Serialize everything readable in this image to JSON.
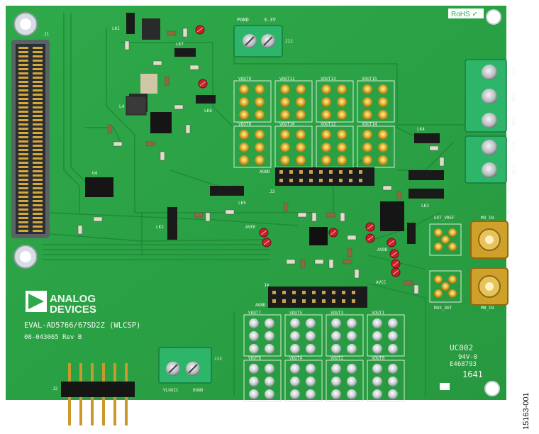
{
  "board": {
    "title": "EVAL-AD5766/67SD2Z (WLCSP)",
    "part_number": "08-043065 Rev B",
    "brand_line1": "ANALOG",
    "brand_line2": "DEVICES",
    "rohs": "RoHS ✓",
    "ul_mark": "UC002",
    "ul_rating": "94V-0",
    "ul_file": "E468793",
    "date_code": "1641",
    "colors": {
      "pcb": "#2fa84a",
      "pcb_dark": "#1f8a38",
      "silkscreen": "#f2f6ee",
      "terminal": "#2db56a",
      "gold": "#d9a520"
    }
  },
  "labels": {
    "pgnd": "PGND",
    "v33": "3.3V",
    "j12": "J12",
    "vlogic": "VLOGIC",
    "dgnd": "DGND",
    "j13": "J13",
    "avee": "AVEE",
    "agnd": "AGND",
    "avdd": "AVDD",
    "avcc": "AVCC",
    "ext_vref": "EXT_VREF",
    "mo_in": "MO_IN",
    "mux_out": "MUX_OUT",
    "mn_in": "MN_IN",
    "lk1": "LK1",
    "lk2": "LK2",
    "lk3": "LK3",
    "lk4": "LK4",
    "lk5": "LK5",
    "lk6": "LK6",
    "lk7": "LK7",
    "j1": "J1",
    "j2": "J2",
    "j3": "J3",
    "j4": "J4",
    "u4": "U4",
    "l4": "L4"
  },
  "vout_labels_top": [
    "VOUT9",
    "VOUT11",
    "VOUT13",
    "VOUT15",
    "VOUT8",
    "VOUT10",
    "VOUT12",
    "VOUT14"
  ],
  "vout_labels_bottom": [
    "VOUT7",
    "VOUT5",
    "VOUT3",
    "VOUT1",
    "VOUT6",
    "VOUT4",
    "VOUT2",
    "VOUT0"
  ],
  "figure_id": "15163-001"
}
